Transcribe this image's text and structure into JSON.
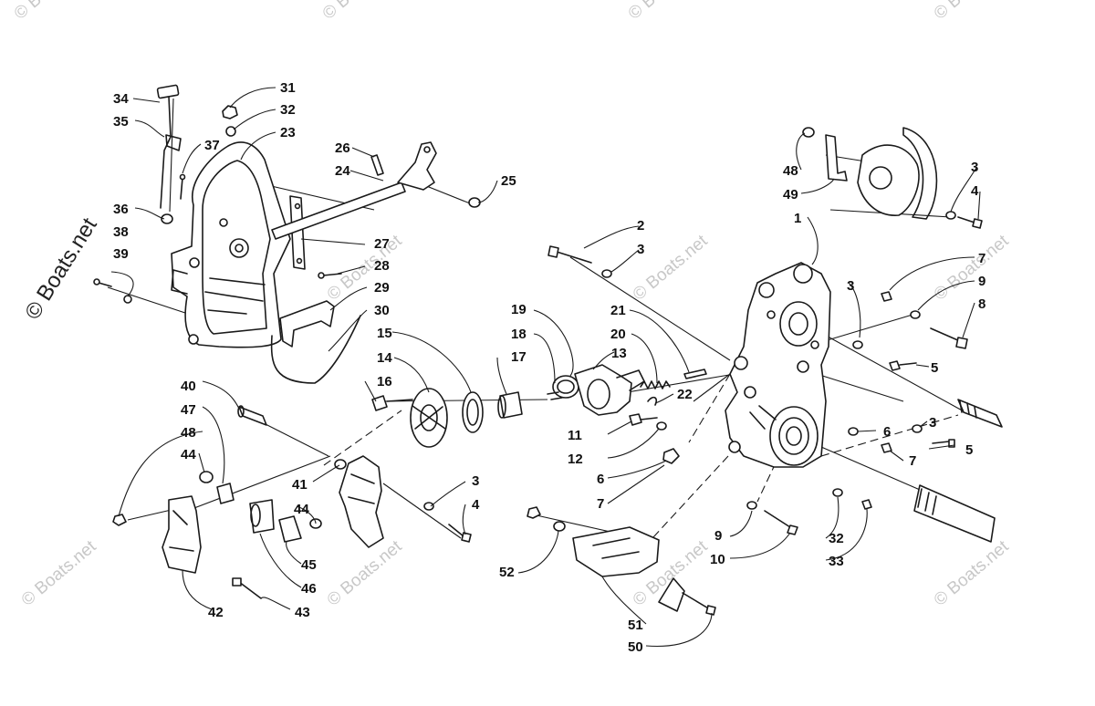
{
  "watermark": {
    "text": "© Boats.net"
  },
  "callouts": [
    {
      "id": "c1",
      "label": "1"
    },
    {
      "id": "c2",
      "label": "2"
    },
    {
      "id": "c3a",
      "label": "3"
    },
    {
      "id": "c3b",
      "label": "3"
    },
    {
      "id": "c3c",
      "label": "3"
    },
    {
      "id": "c3d",
      "label": "3"
    },
    {
      "id": "c3e",
      "label": "3"
    },
    {
      "id": "c4a",
      "label": "4"
    },
    {
      "id": "c4b",
      "label": "4"
    },
    {
      "id": "c5a",
      "label": "5"
    },
    {
      "id": "c5b",
      "label": "5"
    },
    {
      "id": "c6a",
      "label": "6"
    },
    {
      "id": "c6b",
      "label": "6"
    },
    {
      "id": "c7a",
      "label": "7"
    },
    {
      "id": "c7b",
      "label": "7"
    },
    {
      "id": "c7c",
      "label": "7"
    },
    {
      "id": "c8",
      "label": "8"
    },
    {
      "id": "c9a",
      "label": "9"
    },
    {
      "id": "c9b",
      "label": "9"
    },
    {
      "id": "c10",
      "label": "10"
    },
    {
      "id": "c11",
      "label": "11"
    },
    {
      "id": "c12",
      "label": "12"
    },
    {
      "id": "c13",
      "label": "13"
    },
    {
      "id": "c14",
      "label": "14"
    },
    {
      "id": "c15",
      "label": "15"
    },
    {
      "id": "c16",
      "label": "16"
    },
    {
      "id": "c17",
      "label": "17"
    },
    {
      "id": "c18",
      "label": "18"
    },
    {
      "id": "c19",
      "label": "19"
    },
    {
      "id": "c20",
      "label": "20"
    },
    {
      "id": "c21",
      "label": "21"
    },
    {
      "id": "c22",
      "label": "22"
    },
    {
      "id": "c23",
      "label": "23"
    },
    {
      "id": "c24",
      "label": "24"
    },
    {
      "id": "c25",
      "label": "25"
    },
    {
      "id": "c26",
      "label": "26"
    },
    {
      "id": "c27",
      "label": "27"
    },
    {
      "id": "c28",
      "label": "28"
    },
    {
      "id": "c29",
      "label": "29"
    },
    {
      "id": "c30",
      "label": "30"
    },
    {
      "id": "c31",
      "label": "31"
    },
    {
      "id": "c32a",
      "label": "32"
    },
    {
      "id": "c32b",
      "label": "32"
    },
    {
      "id": "c33",
      "label": "33"
    },
    {
      "id": "c34",
      "label": "34"
    },
    {
      "id": "c35",
      "label": "35"
    },
    {
      "id": "c36",
      "label": "36"
    },
    {
      "id": "c37",
      "label": "37"
    },
    {
      "id": "c38",
      "label": "38"
    },
    {
      "id": "c39",
      "label": "39"
    },
    {
      "id": "c40",
      "label": "40"
    },
    {
      "id": "c41",
      "label": "41"
    },
    {
      "id": "c42",
      "label": "42"
    },
    {
      "id": "c43",
      "label": "43"
    },
    {
      "id": "c44a",
      "label": "44"
    },
    {
      "id": "c44b",
      "label": "44"
    },
    {
      "id": "c45",
      "label": "45"
    },
    {
      "id": "c46",
      "label": "46"
    },
    {
      "id": "c47",
      "label": "47"
    },
    {
      "id": "c48a",
      "label": "48"
    },
    {
      "id": "c48b",
      "label": "48"
    },
    {
      "id": "c49",
      "label": "49"
    },
    {
      "id": "c50",
      "label": "50"
    },
    {
      "id": "c51",
      "label": "51"
    },
    {
      "id": "c52",
      "label": "52"
    }
  ]
}
